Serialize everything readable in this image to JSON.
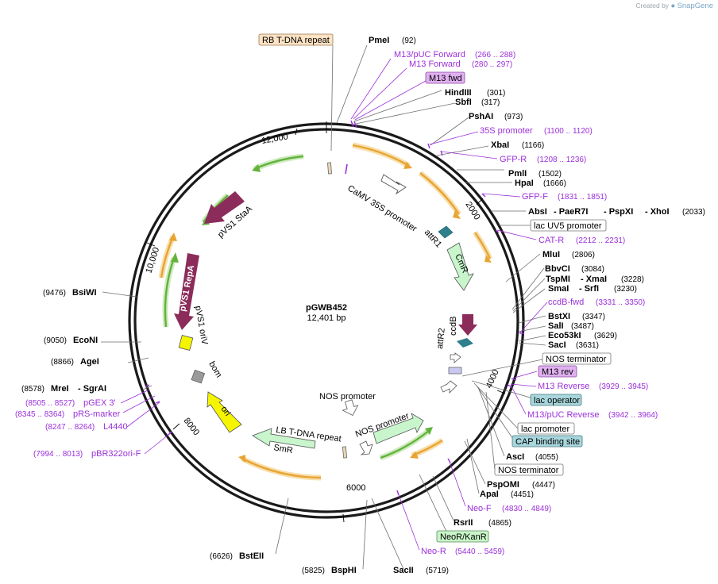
{
  "credit": {
    "prefix": "Created by",
    "brand": "SnapGene"
  },
  "plasmid": {
    "name": "pGWB452",
    "size": "12,401 bp"
  },
  "ruler": [
    "2000",
    "4000",
    "6000",
    "8000",
    "10,000",
    "12,000"
  ],
  "features": {
    "camv35s": "CaMV 35S promoter",
    "attR1": "attR1",
    "cmR": "CmR",
    "ccdB": "ccdB",
    "attR2": "attR2",
    "nos_prom_mid": "NOS promoter",
    "nos_prom_lower": "NOS promoter",
    "lb": "LB T-DNA repeat",
    "smR": "SmR",
    "ori": "ori",
    "bom": "bom",
    "pvs1_oriv": "pVS1 oriV",
    "pvs1_repa": "pVS1 RepA",
    "pvs1_staa": "pVS1 StaA"
  },
  "labels": [
    {
      "name": "RB T-DNA repeat",
      "boxed": "peach"
    },
    {
      "name": "PmeI",
      "pos": "(92)"
    },
    {
      "name": "M13/pUC Forward",
      "pos": "(266 .. 288)"
    },
    {
      "name": "M13 Forward",
      "pos": "(280 .. 297)"
    },
    {
      "name": "M13 fwd",
      "boxed": "purple"
    },
    {
      "name": "HindIII",
      "pos": "(301)"
    },
    {
      "name": "SbfI",
      "pos": "(317)"
    },
    {
      "name": "PshAI",
      "pos": "(973)"
    },
    {
      "name": "35S promoter",
      "pos": "(1100 .. 1120)"
    },
    {
      "name": "XbaI",
      "pos": "(1166)"
    },
    {
      "name": "GFP-R",
      "pos": "(1208 .. 1236)"
    },
    {
      "name": "PmlI",
      "pos": "(1502)"
    },
    {
      "name": "HpaI",
      "pos": "(1666)"
    },
    {
      "name": "GFP-F",
      "pos": "(1831 .. 1851)"
    },
    {
      "name": "AbsI",
      "pos": ""
    },
    {
      "name": "- PaeR7I",
      "pos": ""
    },
    {
      "name": "- PspXI",
      "pos": ""
    },
    {
      "name": "- XhoI",
      "pos": "(2033)"
    },
    {
      "name": "lac UV5 promoter",
      "boxed": "white"
    },
    {
      "name": "CAT-R",
      "pos": "(2212 .. 2231)"
    },
    {
      "name": "MluI",
      "pos": "(2806)"
    },
    {
      "name": "BbvCI",
      "pos": "(3084)"
    },
    {
      "name": "TspMI",
      "pos": ""
    },
    {
      "name": "- XmaI",
      "pos": "(3228)"
    },
    {
      "name": "SmaI",
      "pos": ""
    },
    {
      "name": "- SrfI",
      "pos": "(3230)"
    },
    {
      "name": "ccdB-fwd",
      "pos": "(3331 .. 3350)"
    },
    {
      "name": "BstXI",
      "pos": "(3347)"
    },
    {
      "name": "SalI",
      "pos": "(3487)"
    },
    {
      "name": "Eco53kI",
      "pos": "(3629)"
    },
    {
      "name": "SacI",
      "pos": "(3631)"
    },
    {
      "name": "NOS terminator",
      "boxed": "white"
    },
    {
      "name": "M13 rev",
      "boxed": "purple"
    },
    {
      "name": "M13 Reverse",
      "pos": "(3929 .. 3945)"
    },
    {
      "name": "lac operator",
      "boxed": "teal"
    },
    {
      "name": "M13/pUC Reverse",
      "pos": "(3942 .. 3964)"
    },
    {
      "name": "lac promoter",
      "boxed": "white"
    },
    {
      "name": "CAP binding site",
      "boxed": "teal"
    },
    {
      "name": "AscI",
      "pos": "(4055)"
    },
    {
      "name": "NOS terminator",
      "boxed": "white"
    },
    {
      "name": "PspOMI",
      "pos": "(4447)"
    },
    {
      "name": "ApaI",
      "pos": "(4451)"
    },
    {
      "name": "Neo-F",
      "pos": "(4830 .. 4849)"
    },
    {
      "name": "RsrII",
      "pos": "(4865)"
    },
    {
      "name": "NeoR/KanR",
      "boxed": "green"
    },
    {
      "name": "Neo-R",
      "pos": "(5440 .. 5459)"
    },
    {
      "name": "SacII",
      "pos": "(5719)"
    },
    {
      "name": "BspHI",
      "pos": "(5825)"
    },
    {
      "name": "BstEII",
      "pos": "(6626)"
    },
    {
      "name": "pBR322ori-F",
      "pos": "(7994 .. 8013)"
    },
    {
      "name": "L4440",
      "pos": "(8247 .. 8264)"
    },
    {
      "name": "pRS-marker",
      "pos": "(8345 .. 8364)"
    },
    {
      "name": "pGEX 3'",
      "pos": "(8505 .. 8527)"
    },
    {
      "name": "MreI",
      "pos": ""
    },
    {
      "name": "- SgrAI",
      "pos": "(8578)"
    },
    {
      "name": "AgeI",
      "pos": "(8866)"
    },
    {
      "name": "EcoNI",
      "pos": "(9050)"
    },
    {
      "name": "BsiWI",
      "pos": "(9476)"
    }
  ],
  "colors": {
    "backbone": "#1a1a1a",
    "orf_orange": "#e8a432",
    "orf_glow": "#f7dfae",
    "orf_green": "#62b33c",
    "orf_green_glow": "#cfeabf",
    "primer": "#9b30d9",
    "cmR_fill": "#c8f5cc",
    "ccdB_fill": "#8b2c5a",
    "att_fill": "#2f7f8c",
    "ori_fill": "#f5f500",
    "bom_fill": "#9a9a9a",
    "boxed_purple": "#e0b0f0",
    "boxed_teal": "#a7d6dc",
    "boxed_green": "#c9f5c9",
    "boxed_peach": "#fde2c4"
  }
}
